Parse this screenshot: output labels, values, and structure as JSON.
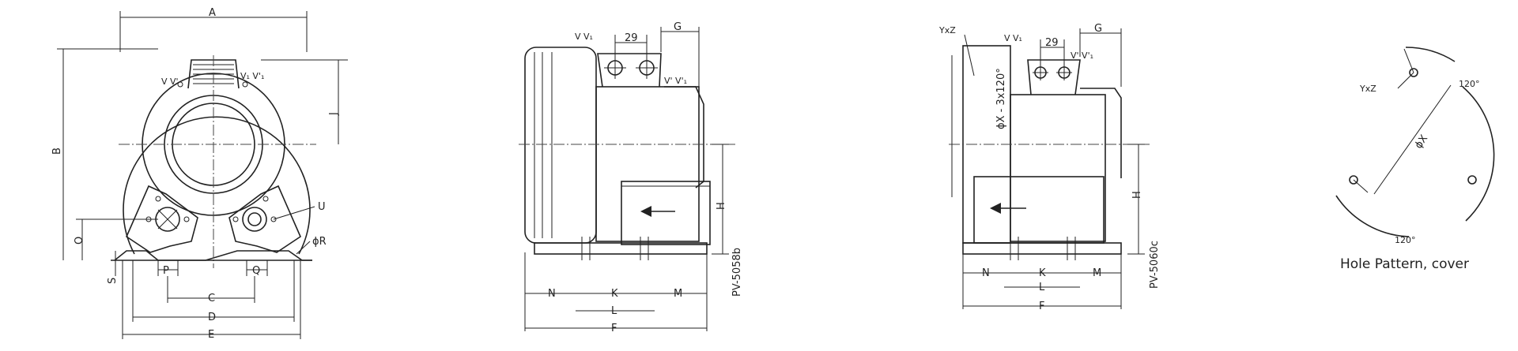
{
  "front_view": {
    "labels": {
      "A": "A",
      "B": "B",
      "J": "J",
      "O": "O",
      "S": "S",
      "P": "P",
      "Q": "Q",
      "C": "C",
      "D": "D",
      "E": "E",
      "U": "U",
      "R": "ϕR",
      "port_left": "V  V'",
      "port_right": "V₁ V'₁"
    }
  },
  "side_view_1": {
    "labels": {
      "ports": "V  V₁",
      "pitch": "29",
      "G": "G",
      "ports_b": "V'  V'₁",
      "H": "H",
      "N": "N",
      "K": "K",
      "M": "M",
      "L": "L",
      "F": "F"
    },
    "drawing_no": "PV-5058b"
  },
  "side_view_2": {
    "labels": {
      "yxz": "YxZ",
      "ports": "V  V₁",
      "pitch": "29",
      "G": "G",
      "ports_b": "V'  V'₁",
      "bolt_circle": "ϕX - 3x120°",
      "H": "H",
      "N": "N",
      "K": "K",
      "M": "M",
      "L": "L",
      "F": "F"
    },
    "drawing_no": "PV-5060c"
  },
  "hole_pattern": {
    "yxz": "YxZ",
    "diameter": "ϕX",
    "angle_top": "120°",
    "angle_bottom": "120°",
    "caption": "Hole Pattern, cover"
  },
  "colors": {
    "line": "#222222",
    "background": "#ffffff"
  }
}
